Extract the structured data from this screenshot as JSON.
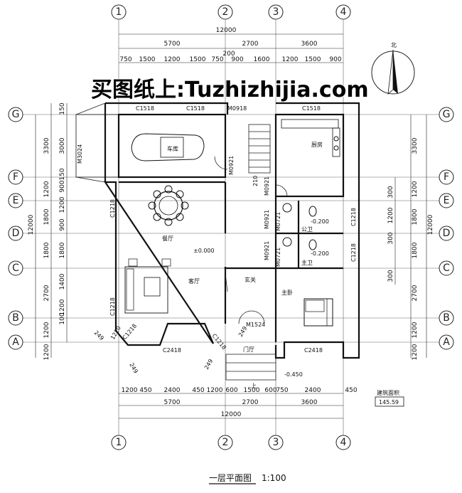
{
  "grid": {
    "columns": [
      "1",
      "2",
      "3",
      "4"
    ],
    "rows": [
      "G",
      "F",
      "E",
      "D",
      "C",
      "B",
      "A"
    ]
  },
  "dimensions": {
    "total": "12000",
    "top_segments": [
      "5700",
      "2700",
      "3600"
    ],
    "top_details": [
      "750",
      "1500",
      "1200",
      "1500",
      "750",
      "900",
      "1600",
      "1200",
      "1500",
      "900"
    ],
    "top_small": "200",
    "bottom_segments": [
      "5700",
      "2700",
      "3600"
    ],
    "bottom_details": [
      "1200",
      "450",
      "2400",
      "450",
      "1200",
      "600",
      "1500",
      "600",
      "750",
      "2400",
      "450"
    ],
    "left_outer": [
      "3300",
      "1200",
      "1800",
      "1800",
      "2700",
      "1200",
      "1200"
    ],
    "left_inner": [
      "150",
      "3000",
      "150",
      "900",
      "1200",
      "900",
      "1800",
      "1400",
      "1200",
      "100"
    ],
    "left_total": "12000",
    "right_outer": [
      "3300",
      "1200",
      "1800",
      "1800",
      "2700",
      "1200",
      "1200"
    ],
    "right_inner": [
      "300",
      "1200",
      "300",
      "300"
    ],
    "right_total": "12000"
  },
  "watermark": "买图纸上:Tuzhizhijia.com",
  "north_label": "北",
  "rooms": {
    "garage": "车库",
    "kitchen": "厨房",
    "dining": "餐厅",
    "living": "客厅",
    "entry": "玄关",
    "master_bedroom": "主卧",
    "porch": "门厅",
    "bathroom_a": "公卫",
    "bathroom_b": "主卫"
  },
  "openings": {
    "c1518_a": "C1518",
    "c1518_b": "C1518",
    "c1518_c": "C1518",
    "m0918": "M0918",
    "m3024": "M3024",
    "m0921_a": "M0921",
    "m0921_b": "M0921",
    "m0921_c": "M0921",
    "m0921_d": "M0921",
    "m0721_a": "M0721",
    "m0721_b": "M0721",
    "c1218_a": "C1218",
    "c1218_b": "C1218",
    "c1218_c": "C1218",
    "c1218_d": "C1218",
    "c1218_e": "C1218",
    "c1218_f": "C1218",
    "c2418_a": "C2418",
    "c2418_b": "C2418",
    "m1524": "M1524",
    "c1220": "1220",
    "c249_a": "249",
    "c249_b": "249",
    "c249_c": "249",
    "c249_d": "249"
  },
  "elevations": {
    "main": "±0.000",
    "bath_a": "-0.200",
    "bath_b": "-0.200",
    "porch": "-0.450",
    "stair_small": "210"
  },
  "area_box": {
    "label": "建筑面积",
    "value": "145.59"
  },
  "up_mark": "上",
  "title": "一层平面图",
  "scale": "1:100"
}
